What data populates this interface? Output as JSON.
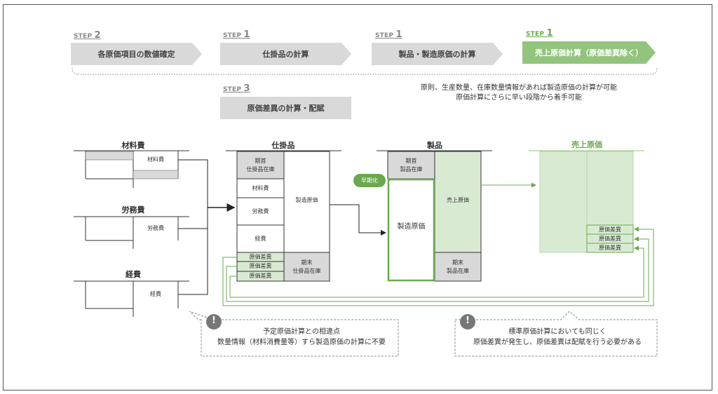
{
  "steps": [
    {
      "label": "STEP",
      "num": "2",
      "text": "各原価項目の数値確定"
    },
    {
      "label": "STEP",
      "num": "1",
      "text": "仕掛品の計算"
    },
    {
      "label": "STEP",
      "num": "1",
      "text": "製品・製造原価の計算"
    },
    {
      "label": "STEP",
      "num": "1",
      "text": "売上原価計算（原価差異除く）"
    },
    {
      "label": "STEP",
      "num": "3",
      "text": "原価差異の計算・配賦"
    }
  ],
  "top_note": [
    "原則、生産数量、在庫数量情報があれば製造原価の計算が可能",
    "原価計算にさらに早い段階から着手可能"
  ],
  "accounts": {
    "material": {
      "title": "材料費",
      "entry": "材料費"
    },
    "labor": {
      "title": "労務費",
      "entry": "労務費"
    },
    "expense": {
      "title": "経費",
      "entry": "経費"
    },
    "wip": {
      "title": "仕掛品",
      "opening": [
        "期首",
        "仕掛品在庫"
      ],
      "material": "材料費",
      "labor": "労務費",
      "expense": "経費",
      "variances": [
        "原価差異",
        "原価差異",
        "原価差異"
      ],
      "mfg_cost": "製造原価",
      "closing": [
        "期末",
        "仕掛品在庫"
      ]
    },
    "product": {
      "title": "製品",
      "opening": [
        "期首",
        "製品在庫"
      ],
      "mfg_cost": "製造原価",
      "cogs": "売上原価",
      "closing": [
        "期末",
        "製品在庫"
      ],
      "badge": "早期化"
    },
    "cogs": {
      "title": "売上原価",
      "variances": [
        "原価差異",
        "原価差異",
        "原価差異"
      ]
    }
  },
  "bubbles": [
    {
      "lines": [
        "予定原価計算との相違点",
        "数量情報（材料消費量等）すら製造原価の計算に不要"
      ]
    },
    {
      "lines": [
        "標準原価計算においても同じく",
        "原価差異が発生し、原価差異は配賦を行う必要がある"
      ]
    }
  ],
  "colors": {
    "gray": "#d9d9d9",
    "green": "#6aa84f",
    "light_green": "#d9ead3",
    "dark": "#333333"
  }
}
